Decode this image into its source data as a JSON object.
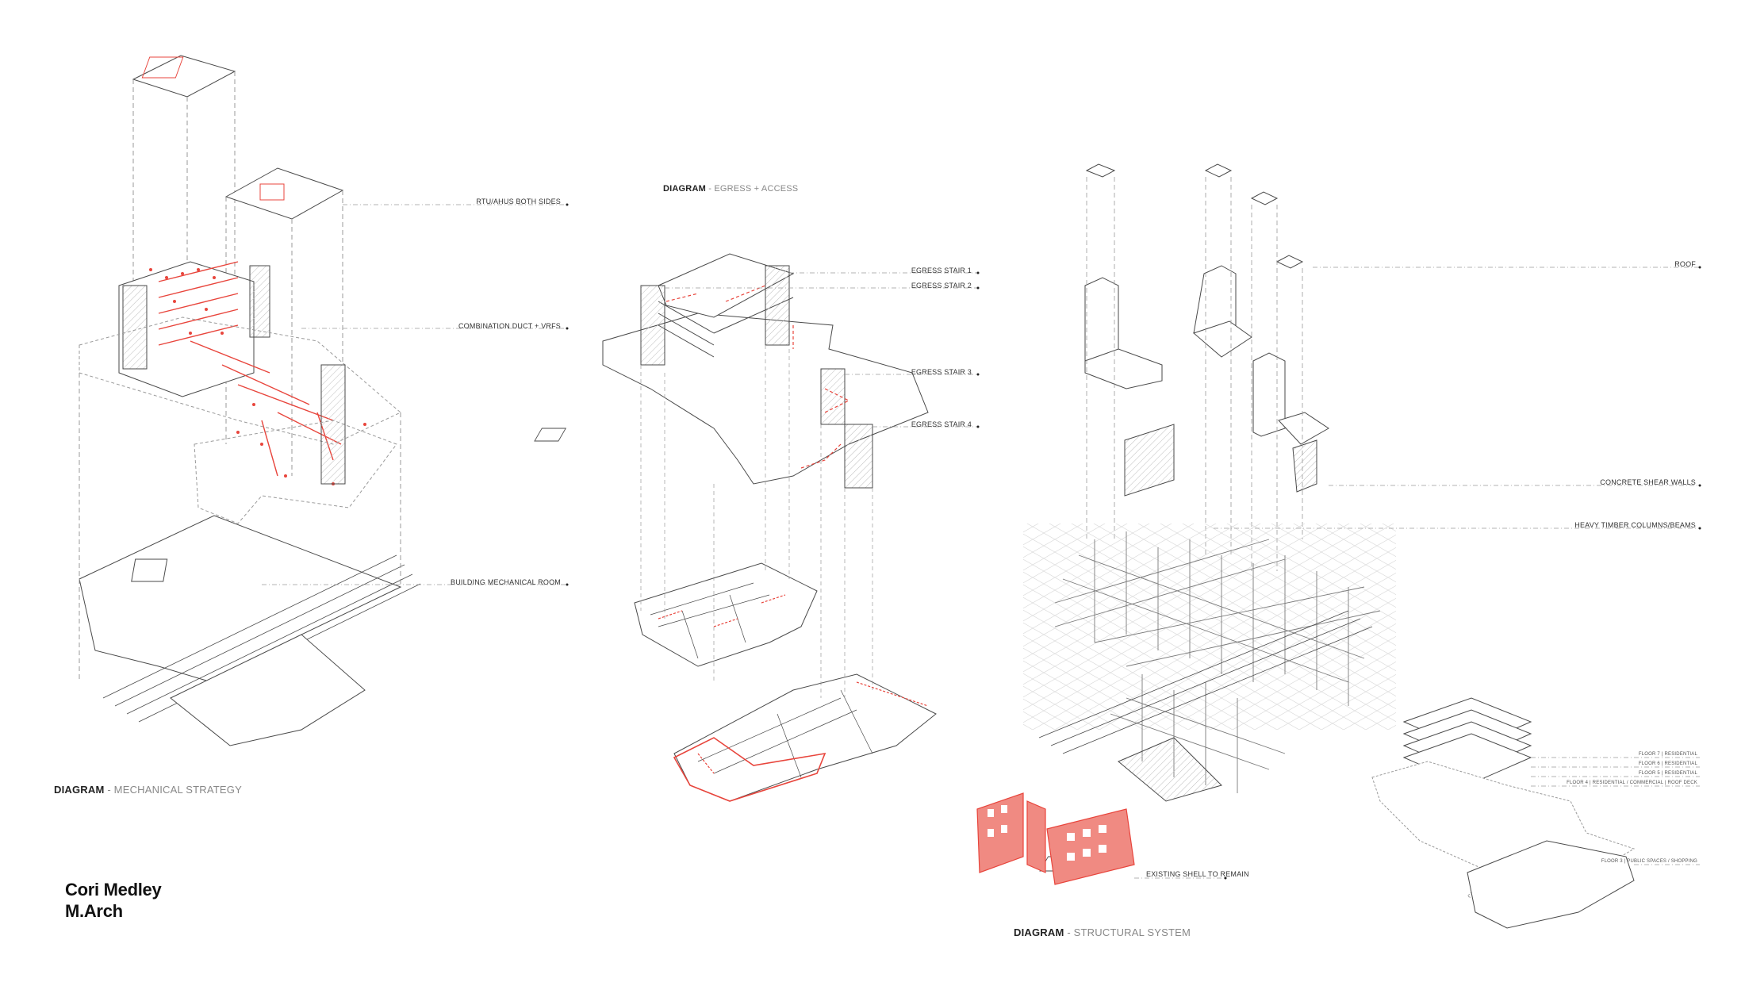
{
  "colors": {
    "linework": "#4a4a4a",
    "thin": "#9a9a9a",
    "leader": "#9a9a9a",
    "accent_red": "#e8453c",
    "red_fill": "#f08a82",
    "paper": "#ffffff"
  },
  "diagrams": {
    "mechanical": {
      "title_bold": "DIAGRAM",
      "title_rest": " - MECHANICAL STRATEGY",
      "callouts": [
        "RTU/AHUs BOTH SIDES",
        "COMBINATION DUCT + VRFs",
        "BUILDING MECHANICAL ROOM"
      ]
    },
    "egress": {
      "title_bold": "DIAGRAM",
      "title_rest": " - EGRESS + ACCESS",
      "callouts": [
        "EGRESS STAIR 1",
        "EGRESS STAIR 2",
        "EGRESS STAIR 3",
        "EGRESS STAIR 4"
      ]
    },
    "structural": {
      "title_bold": "DIAGRAM",
      "title_rest": " - STRUCTURAL SYSTEM",
      "callouts": [
        "ROOF",
        "CONCRETE SHEAR WALLS",
        "HEAVY TIMBER COLUMNS/BEAMS",
        "EXISTING SHELL TO REMAIN"
      ],
      "floor_labels": [
        "FLOOR 7 | RESIDENTIAL",
        "FLOOR 6 | RESIDENTIAL",
        "FLOOR 5 | RESIDENTIAL",
        "FLOOR 4 | RESIDENTIAL / COMMERCIAL | ROOF DECK",
        "FLOOR 3 | PUBLIC SPACES / SHOPPING"
      ]
    }
  },
  "author": {
    "name": "Cori Medley",
    "degree": "M.Arch"
  }
}
